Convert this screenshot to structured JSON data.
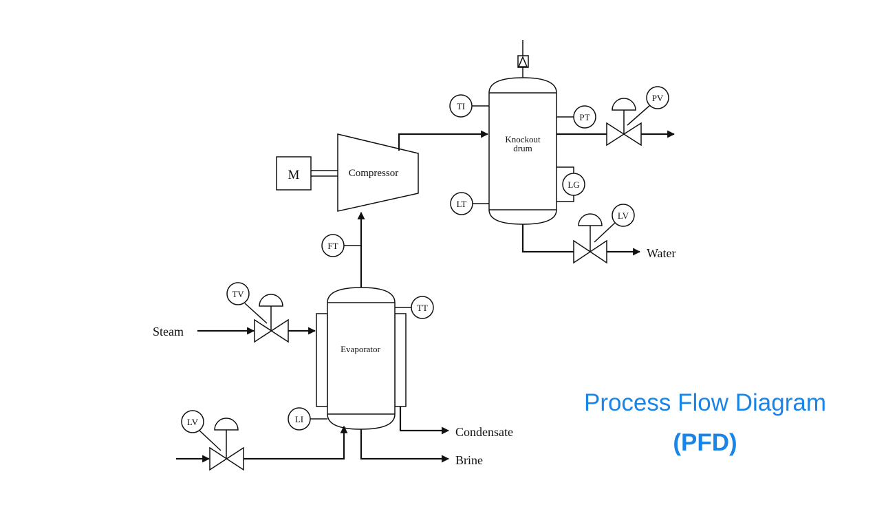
{
  "title": {
    "line1": "Process Flow Diagram",
    "line2": "(PFD)",
    "color": "#1a85e8"
  },
  "equipment": {
    "motor": "M",
    "compressor": "Compressor",
    "knockout_drum_line1": "Knockout",
    "knockout_drum_line2": "drum",
    "evaporator": "Evaporator"
  },
  "instruments": {
    "ti": "TI",
    "pt": "PT",
    "pv": "PV",
    "lg": "LG",
    "lt": "LT",
    "lv_drum": "LV",
    "ft": "FT",
    "tv": "TV",
    "tt": "TT",
    "li": "LI",
    "lv_feed": "LV"
  },
  "streams": {
    "steam": "Steam",
    "water": "Water",
    "condensate": "Condensate",
    "brine": "Brine"
  },
  "icons": [
    "control-valve-icon",
    "relief-valve-icon",
    "arrowhead-icon"
  ]
}
